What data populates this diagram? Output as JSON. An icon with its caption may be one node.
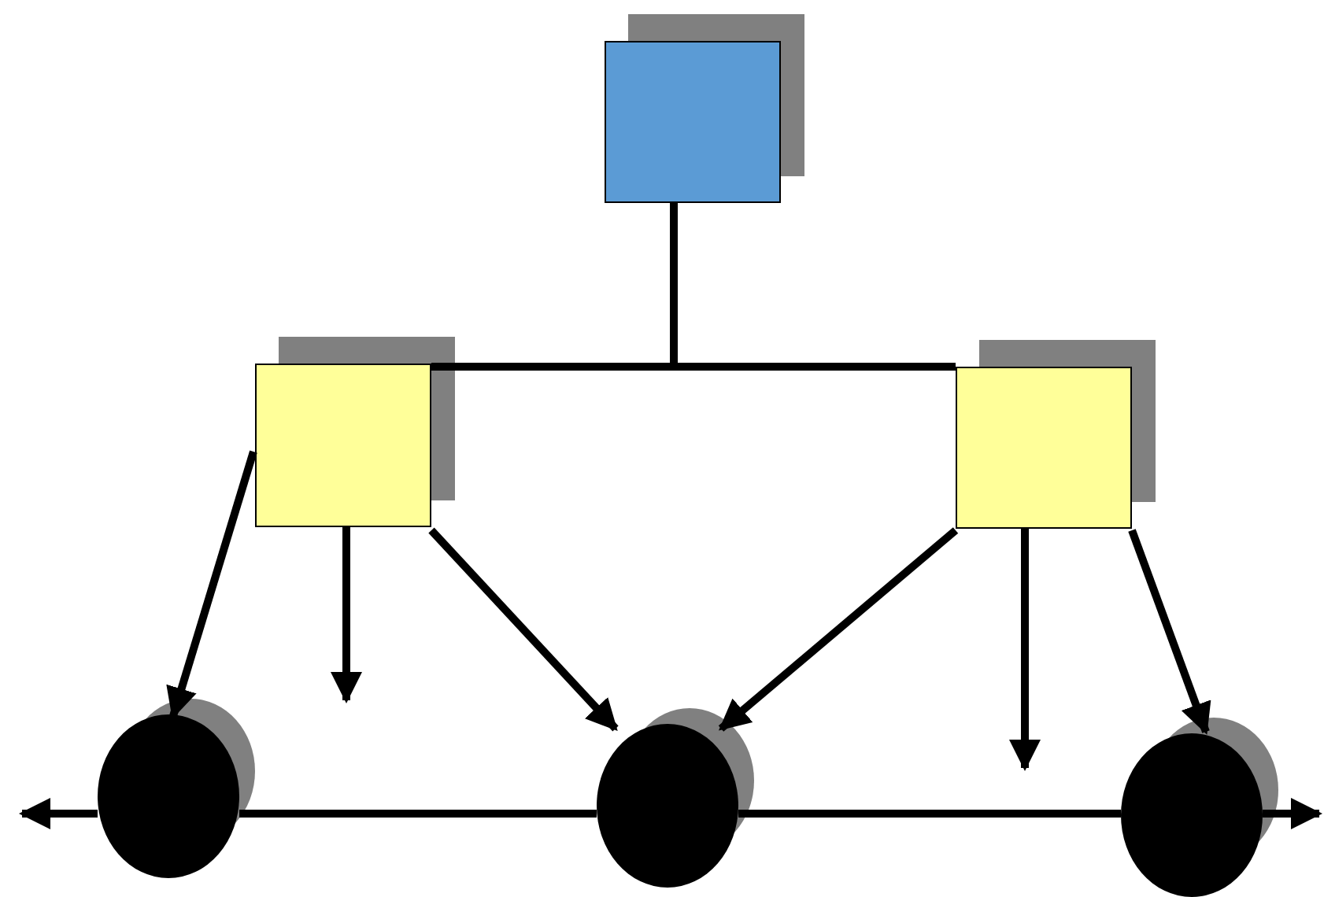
{
  "diagram": {
    "nodes": [
      {
        "text": [],
        "shape": "box"
      },
      {
        "text": [],
        "shape": "box"
      },
      {
        "text": [],
        "shape": "box"
      },
      {
        "text": [],
        "shape": "circle"
      },
      {
        "text": [],
        "shape": "circle"
      },
      {
        "text": [],
        "shape": "circle"
      }
    ],
    "edges": [
      {
        "from": 0,
        "to": 1,
        "arrow": "none"
      },
      {
        "from": 0,
        "to": 2,
        "arrow": "none"
      },
      {
        "from": 1,
        "to": 3,
        "arrow": "to"
      },
      {
        "from": 1,
        "to": null,
        "arrow": "to"
      },
      {
        "from": 1,
        "to": 4,
        "arrow": "to"
      },
      {
        "from": 2,
        "to": 4,
        "arrow": "to"
      },
      {
        "from": 2,
        "to": null,
        "arrow": "to"
      },
      {
        "from": 2,
        "to": 5,
        "arrow": "to"
      },
      {
        "from": 3,
        "to": 4,
        "arrow": "none"
      },
      {
        "from": 4,
        "to": 5,
        "arrow": "none"
      },
      {
        "from": 3,
        "to": null,
        "arrow": "to"
      },
      {
        "from": 5,
        "to": null,
        "arrow": "to"
      }
    ]
  }
}
